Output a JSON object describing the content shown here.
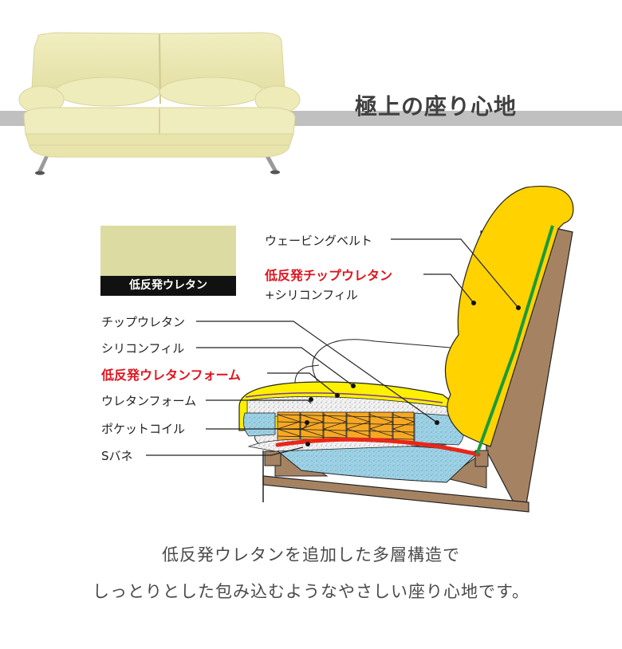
{
  "header": {
    "headline": "極上の座り心地",
    "band_color": "#c0c0c0",
    "headline_color": "#404040"
  },
  "product_image": {
    "alt": "sofa-photo",
    "color": "#eeeab4"
  },
  "swatch": {
    "label": "低反発ウレタン",
    "texture_color": "#dcdca2"
  },
  "diagram": {
    "labels": [
      {
        "id": "webbing-belt",
        "text": "ウェービングベルト",
        "highlight": false
      },
      {
        "id": "low-rebound-chip-urethane",
        "text": "低反発チップウレタン",
        "highlight": true
      },
      {
        "id": "silicone-fill-sub",
        "text": "+シリコンフィル",
        "highlight": false
      },
      {
        "id": "chip-urethane",
        "text": "チップウレタン",
        "highlight": false
      },
      {
        "id": "silicone-fill",
        "text": "シリコンフィル",
        "highlight": false
      },
      {
        "id": "low-rebound-urethane-foam",
        "text": "低反発ウレタンフォーム",
        "highlight": true
      },
      {
        "id": "urethane-foam",
        "text": "ウレタンフォーム",
        "highlight": false
      },
      {
        "id": "pocket-coil",
        "text": "ポケットコイル",
        "highlight": false
      },
      {
        "id": "s-spring",
        "text": "Sバネ",
        "highlight": false
      }
    ],
    "colors": {
      "back_cushion": "#ffd200",
      "seat_top": "#fff000",
      "webbing": "#1a9a3c",
      "frame": "#a58362",
      "foam_blue": "#9dd2e6",
      "coil": "#f7a823",
      "s_spring": "#e8261a",
      "highlight_text": "#e0141e"
    }
  },
  "caption": {
    "line1": "低反発ウレタンを追加した多層構造で",
    "line2": "しっとりとした包み込むようなやさしい座り心地です。"
  }
}
